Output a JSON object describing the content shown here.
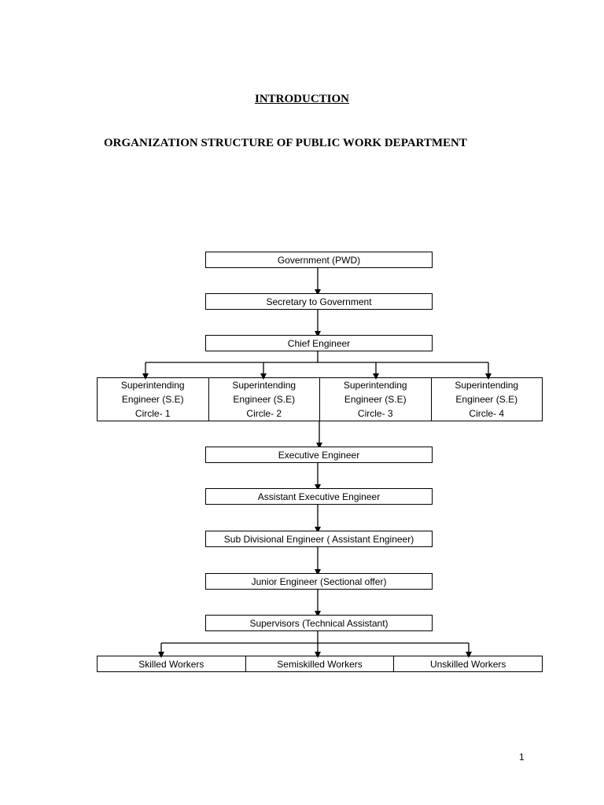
{
  "document": {
    "title": "INTRODUCTION",
    "subtitle": "ORGANIZATION STRUCTURE OF PUBLIC WORK DEPARTMENT",
    "page_number": "1"
  },
  "org_chart": {
    "government": "Government (PWD)",
    "secretary": "Secretary to Government",
    "chief_engineer": "Chief Engineer",
    "superintending": [
      {
        "line1": "Superintending",
        "line2": "Engineer (S.E)",
        "line3": "Circle- 1"
      },
      {
        "line1": "Superintending",
        "line2": "Engineer (S.E)",
        "line3": "Circle- 2"
      },
      {
        "line1": "Superintending",
        "line2": "Engineer (S.E)",
        "line3": "Circle- 3"
      },
      {
        "line1": "Superintending",
        "line2": "Engineer (S.E)",
        "line3": "Circle- 4"
      }
    ],
    "executive_engineer": "Executive Engineer",
    "assistant_executive_engineer": "Assistant Executive Engineer",
    "sub_divisional_engineer": "Sub Divisional Engineer ( Assistant Engineer)",
    "junior_engineer": "Junior Engineer (Sectional offer)",
    "supervisors": "Supervisors (Technical Assistant)",
    "workers": [
      "Skilled Workers",
      "Semiskilled Workers",
      "Unskilled Workers"
    ]
  }
}
